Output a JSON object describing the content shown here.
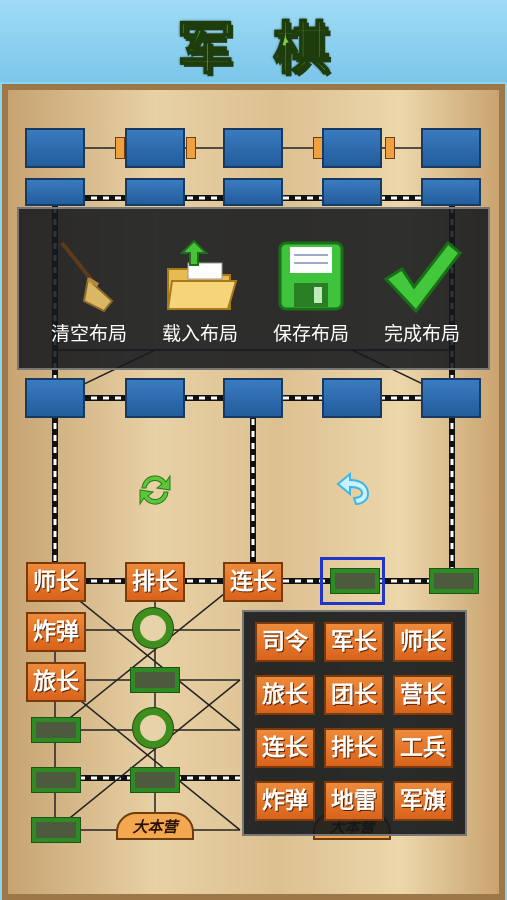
{
  "header": {
    "title": "军棋"
  },
  "menu": {
    "items": [
      {
        "label": "清空布局",
        "icon": "broom-icon"
      },
      {
        "label": "载入布局",
        "icon": "folder-icon"
      },
      {
        "label": "保存布局",
        "icon": "floppy-disk-icon"
      },
      {
        "label": "完成布局",
        "icon": "checkmark-icon"
      }
    ]
  },
  "controls": {
    "refresh_icon": "refresh-icon",
    "undo_icon": "undo-icon"
  },
  "placed_pieces": [
    {
      "label": "师长"
    },
    {
      "label": "排长"
    },
    {
      "label": "连长"
    },
    {
      "label": "炸弹"
    },
    {
      "label": "旅长"
    }
  ],
  "picker": {
    "pieces": [
      {
        "label": "司令"
      },
      {
        "label": "军长"
      },
      {
        "label": "师长"
      },
      {
        "label": "旅长"
      },
      {
        "label": "团长"
      },
      {
        "label": "营长"
      },
      {
        "label": "连长"
      },
      {
        "label": "排长"
      },
      {
        "label": "工兵"
      },
      {
        "label": "炸弹"
      },
      {
        "label": "地雷"
      },
      {
        "label": "军旗"
      }
    ]
  },
  "headquarters": {
    "label": "大本营"
  },
  "colors": {
    "piece": "#e37328",
    "enemy_slot": "#2c6aad",
    "rail": "#111111",
    "selection": "#1f36c9"
  }
}
